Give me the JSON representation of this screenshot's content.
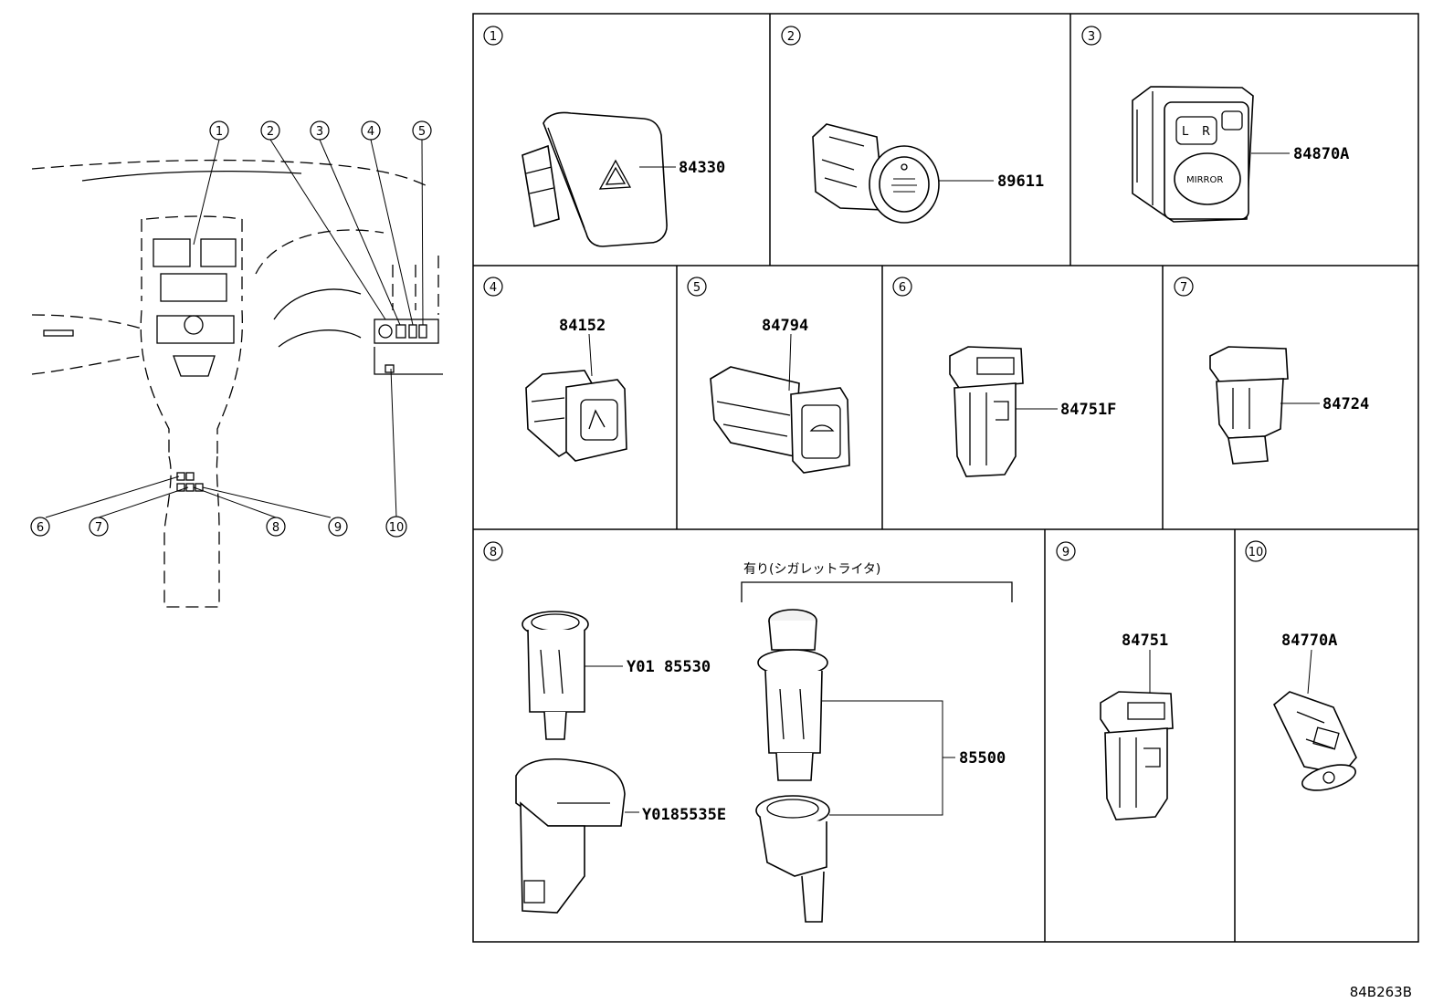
{
  "overview": {
    "callouts": [
      "1",
      "2",
      "3",
      "4",
      "5",
      "6",
      "7",
      "8",
      "9",
      "10"
    ]
  },
  "panels": [
    {
      "num": "1",
      "parts": [
        "84330"
      ]
    },
    {
      "num": "2",
      "parts": [
        "89611"
      ]
    },
    {
      "num": "3",
      "parts": [
        "84870A"
      ],
      "text": {
        "mirror": "MIRROR",
        "l": "L",
        "r": "R"
      }
    },
    {
      "num": "4",
      "parts": [
        "84152"
      ]
    },
    {
      "num": "5",
      "parts": [
        "84794"
      ]
    },
    {
      "num": "6",
      "parts": [
        "84751F"
      ]
    },
    {
      "num": "7",
      "parts": [
        "84724"
      ]
    },
    {
      "num": "8",
      "parts": [
        "Y01 85530",
        "Y0185535E",
        "85500"
      ],
      "option_label": "有り(シガレットライタ)"
    },
    {
      "num": "9",
      "parts": [
        "84751"
      ]
    },
    {
      "num": "10",
      "parts": [
        "84770A"
      ]
    }
  ],
  "diagram_code": "84B263B"
}
